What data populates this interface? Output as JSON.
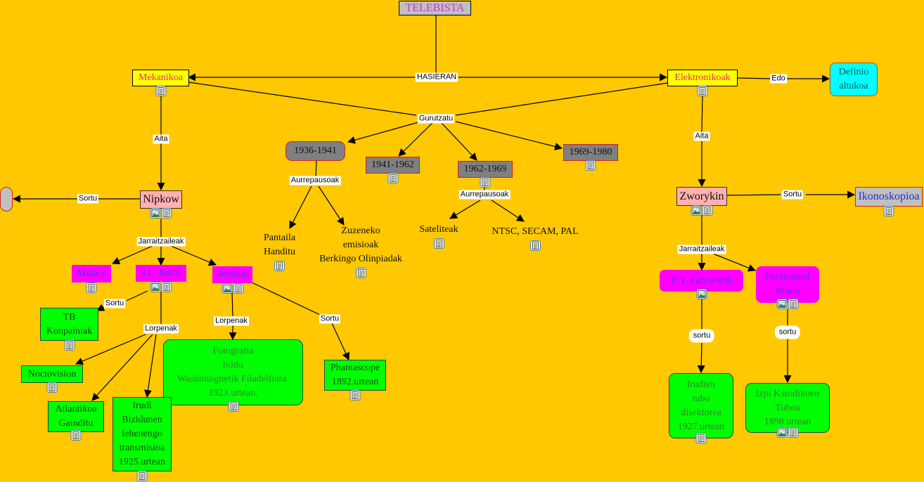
{
  "colors": {
    "background": "#FFC800",
    "root_fill": "#C0C0C0",
    "root_text": "#CC33CC",
    "category_fill": "#FFFF00",
    "category_text": "#E0336E",
    "period_fill": "#808080",
    "person_fill": "#FFB0B0",
    "follower_fill": "#FF00FF",
    "follower_text": "#5A2CFF",
    "achievement_fill": "#00FF00",
    "achievement_text": "#1A7A1A",
    "hd_fill": "#00FFFF"
  },
  "nodes": {
    "telebista": "TELEBISTA",
    "mekanikoa": "Mekanikoa",
    "elektronikoak": "Elektronikoak",
    "definio_altukoa": "Definio\naltukoa",
    "p1936": "1936-1941",
    "p1941": "1941-1962",
    "p1962": "1962-1969",
    "p1969": "1969-1980",
    "pantaila": "Pantaila\nHanditu",
    "zuzeneko": "Zuzeneko\nemisioak\nBerkingo Olinpiadak",
    "sateliteak": "Sateliteak",
    "ntsc": "NTSC, SECAM, PAL",
    "nipkow": "Nipkow",
    "empty_node": "",
    "mihaly": "Mihaly",
    "baird": "J.L. Baird",
    "jenkins": "Jenkins",
    "tb_konpainiak": "TB\nKonpainiak",
    "noctovision": "Noctovision",
    "atlantikoa": "Atlantikoa\nGainditu",
    "irudi_bizidunen": "Irudi\nBizidunen\nlehenengo\ntransmisioa\n1925.urtean",
    "fotografia": "Fotografia\nbildu\nWashintognetik Filadelfiara.\n1923.urtean.",
    "phantascope": "Phantascope\n1892.urtean",
    "zworykin": "Zworykin",
    "ikonoskopioa": "Ikonoskopioa",
    "fansworth": "P. T. Fansworth",
    "braun": "Ferdinnand\nBraun",
    "irudien_tubo": "Irudien\ntubo\ndisektorea\n1927.urtean",
    "izpi": "Izpi Katodikoen\nTuboa\n1898.urtean"
  },
  "edge_labels": {
    "hasieran": "HASIERAN",
    "edo": "Edo",
    "gurutzatu": "Gurutzatu",
    "aita_left": "Aita",
    "aita_right": "Aita",
    "aurrepausoak_1": "Aurrepausoak",
    "aurrepausoak_2": "Aurrepausoak",
    "sortu_nipkow": "Sortu",
    "jarraitzaileak_left": "Jarraitzaileak",
    "sortu_baird": "Sortu",
    "lorpenak_baird": "Lorpenak",
    "lorpenak_jenkins": "Lorpenak",
    "sortu_jenkins": "Sortu",
    "sortu_zworykin": "Sortu",
    "jarraitzaileak_right": "Jarraitzaileak",
    "sortu_fansworth": "sortu",
    "sortu_braun": "sortu"
  },
  "icons": {
    "doc": "document-icon",
    "img": "image-icon"
  }
}
